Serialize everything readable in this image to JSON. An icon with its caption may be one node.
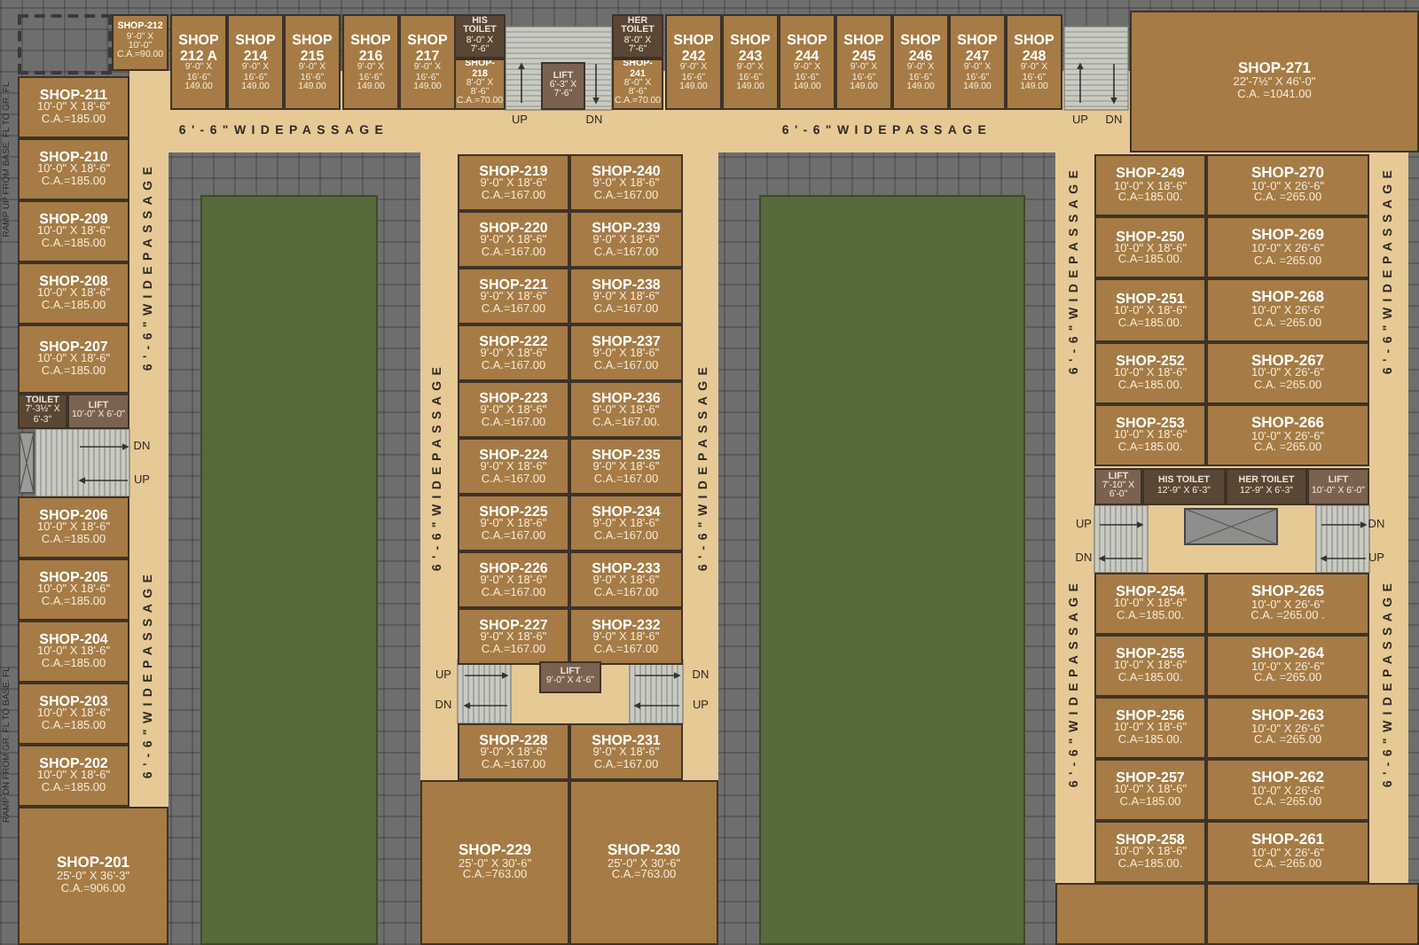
{
  "diagram": {
    "nodes": [
      {
        "text": [
          "SHOP-212",
          "9'-0\" X 10'-0\"",
          "C.A.=90.00"
        ]
      },
      {
        "text": [
          "SHOP 212 A",
          "9'-0\" X 16'-6\"",
          "149.00"
        ]
      },
      {
        "text": [
          "SHOP 214",
          "9'-0\" X 16'-6\"",
          "149.00"
        ]
      },
      {
        "text": [
          "SHOP 215",
          "9'-0\" X 16'-6\"",
          "149.00"
        ]
      },
      {
        "text": [
          "SHOP 216",
          "9'-0\" X 16'-6\"",
          "149.00"
        ]
      },
      {
        "text": [
          "SHOP 217",
          "9'-0\" X 16'-6\"",
          "149.00"
        ]
      },
      {
        "text": [
          "HIS TOILET",
          "8'-0\" X 7'-6\""
        ]
      },
      {
        "text": [
          "SHOP-218",
          "8'-0\" X 8'-6\"",
          "C.A.=70.00"
        ]
      },
      {
        "text": [
          "LIFT",
          "6'-3\" X 7'-6\""
        ]
      },
      {
        "text": [
          "HER TOILET",
          "8'-0\" X 7'-6\""
        ]
      },
      {
        "text": [
          "SHOP-241",
          "8'-0\" X 8'-6\"",
          "C.A.=70.00"
        ]
      },
      {
        "text": [
          "SHOP 242",
          "9'-0\" X 16'-6\"",
          "149.00"
        ]
      },
      {
        "text": [
          "SHOP 243",
          "9'-0\" X 16'-6\"",
          "149.00"
        ]
      },
      {
        "text": [
          "SHOP 244",
          "9'-0\" X 16'-6\"",
          "149.00"
        ]
      },
      {
        "text": [
          "SHOP 245",
          "9'-0\" X 16'-6\"",
          "149.00"
        ]
      },
      {
        "text": [
          "SHOP 246",
          "9'-0\" X 16'-6\"",
          "149.00"
        ]
      },
      {
        "text": [
          "SHOP 247",
          "9'-0\" X 16'-6\"",
          "149.00"
        ]
      },
      {
        "text": [
          "SHOP 248",
          "9'-0\" X 16'-6\"",
          "149.00"
        ]
      },
      {
        "text": [
          "SHOP-271",
          "22'-7½\" X 46'-0\"",
          "C.A. =1041.00"
        ]
      },
      {
        "text": [
          "SHOP-211",
          "10'-0\" X 18'-6\"",
          "C.A.=185.00"
        ]
      },
      {
        "text": [
          "SHOP-210",
          "10'-0\" X 18'-6\"",
          "C.A.=185.00"
        ]
      },
      {
        "text": [
          "SHOP-209",
          "10'-0\" X 18'-6\"",
          "C.A.=185.00"
        ]
      },
      {
        "text": [
          "SHOP-208",
          "10'-0\" X 18'-6\"",
          "C.A.=185.00"
        ]
      },
      {
        "text": [
          "SHOP-207",
          "10'-0\" X 18'-6\"",
          "C.A.=185.00"
        ]
      },
      {
        "text": [
          "TOILET",
          "7'-3½\" X 6'-3\""
        ]
      },
      {
        "text": [
          "LIFT",
          "10'-0\" X 6'-0\""
        ]
      },
      {
        "text": [
          "SHOP-206",
          "10'-0\" X 18'-6\"",
          "C.A.=185.00"
        ]
      },
      {
        "text": [
          "SHOP-205",
          "10'-0\" X 18'-6\"",
          "C.A.=185.00"
        ]
      },
      {
        "text": [
          "SHOP-204",
          "10'-0\" X 18'-6\"",
          "C.A.=185.00"
        ]
      },
      {
        "text": [
          "SHOP-203",
          "10'-0\" X 18'-6\"",
          "C.A.=185.00"
        ]
      },
      {
        "text": [
          "SHOP-202",
          "10'-0\" X 18'-6\"",
          "C.A.=185.00"
        ]
      },
      {
        "text": [
          "SHOP-201",
          "25'-0\" X 36'-3\"",
          "C.A.=906.00"
        ]
      },
      {
        "text": [
          "SHOP-219",
          "9'-0\" X 18'-6\"",
          "C.A.=167.00"
        ]
      },
      {
        "text": [
          "SHOP-240",
          "9'-0\" X 18'-6\"",
          "C.A.=167.00"
        ]
      },
      {
        "text": [
          "SHOP-220",
          "9'-0\" X 18'-6\"",
          "C.A.=167.00"
        ]
      },
      {
        "text": [
          "SHOP-239",
          "9'-0\" X 18'-6\"",
          "C.A.=167.00"
        ]
      },
      {
        "text": [
          "SHOP-221",
          "9'-0\" X 18'-6\"",
          "C.A.=167.00"
        ]
      },
      {
        "text": [
          "SHOP-238",
          "9'-0\" X 18'-6\"",
          "C.A.=167.00"
        ]
      },
      {
        "text": [
          "SHOP-222",
          "9'-0\" X 18'-6\"",
          "C.A.=167.00"
        ]
      },
      {
        "text": [
          "SHOP-237",
          "9'-0\" X 18'-6\"",
          "C.A.=167.00"
        ]
      },
      {
        "text": [
          "SHOP-223",
          "9'-0\" X 18'-6\"",
          "C.A.=167.00"
        ]
      },
      {
        "text": [
          "SHOP-236",
          "9'-0\" X 18'-6\"",
          "C.A.=167.00."
        ]
      },
      {
        "text": [
          "SHOP-224",
          "9'-0\" X 18'-6\"",
          "C.A.=167.00"
        ]
      },
      {
        "text": [
          "SHOP-235",
          "9'-0\" X 18'-6\"",
          "C.A.=167.00"
        ]
      },
      {
        "text": [
          "SHOP-225",
          "9'-0\" X 18'-6\"",
          "C.A.=167.00"
        ]
      },
      {
        "text": [
          "SHOP-234",
          "9'-0\" X 18'-6\"",
          "C.A.=167.00"
        ]
      },
      {
        "text": [
          "SHOP-226",
          "9'-0\" X 18'-6\"",
          "C.A.=167.00"
        ]
      },
      {
        "text": [
          "SHOP-233",
          "9'-0\" X 18'-6\"",
          "C.A.=167.00"
        ]
      },
      {
        "text": [
          "SHOP-227",
          "9'-0\" X 18'-6\"",
          "C.A.=167.00"
        ]
      },
      {
        "text": [
          "SHOP-232",
          "9'-0\" X 18'-6\"",
          "C.A.=167.00"
        ]
      },
      {
        "text": [
          "LIFT",
          "9'-0\" X 4'-6\""
        ]
      },
      {
        "text": [
          "SHOP-228",
          "9'-0\" X 18'-6\"",
          "C.A.=167.00"
        ]
      },
      {
        "text": [
          "SHOP-231",
          "9'-0\" X 18'-6\"",
          "C.A.=167.00"
        ]
      },
      {
        "text": [
          "SHOP-229",
          "25'-0\" X 30'-6\"",
          "C.A.=763.00"
        ]
      },
      {
        "text": [
          "SHOP-230",
          "25'-0\" X 30'-6\"",
          "C.A.=763.00"
        ]
      },
      {
        "text": [
          "SHOP-249",
          "10'-0\" X 18'-6\"",
          "C.A=185.00."
        ]
      },
      {
        "text": [
          "SHOP-270",
          "10'-0\" X 26'-6\"",
          "C.A. =265.00"
        ]
      },
      {
        "text": [
          "SHOP-250",
          "10'-0\" X 18'-6\"",
          "C.A=185.00."
        ]
      },
      {
        "text": [
          "SHOP-269",
          "10'-0\" X 26'-6\"",
          "C.A. =265.00"
        ]
      },
      {
        "text": [
          "SHOP-251",
          "10'-0\" X 18'-6\"",
          "C.A=185.00."
        ]
      },
      {
        "text": [
          "SHOP-268",
          "10'-0\" X 26'-6\"",
          "C.A. =265.00"
        ]
      },
      {
        "text": [
          "SHOP-252",
          "10'-0\" X 18'-6\"",
          "C.A=185.00."
        ]
      },
      {
        "text": [
          "SHOP-267",
          "10'-0\" X 26'-6\"",
          "C.A. =265.00"
        ]
      },
      {
        "text": [
          "SHOP-253",
          "10'-0\" X 18'-6\"",
          "C.A=185.00."
        ]
      },
      {
        "text": [
          "SHOP-266",
          "10'-0\" X 26'-6\"",
          "C.A. =265.00"
        ]
      },
      {
        "text": [
          "LIFT",
          "7'-10\" X 6'-0\""
        ]
      },
      {
        "text": [
          "HIS TOILET",
          "12'-9\" X 6'-3\""
        ]
      },
      {
        "text": [
          "HER TOILET",
          "12'-9\" X 6'-3\""
        ]
      },
      {
        "text": [
          "LIFT",
          "10'-0\" X 6'-0\""
        ]
      },
      {
        "text": [
          "SHOP-254",
          "10'-0\" X 18'-6\"",
          "C.A.=185.00."
        ]
      },
      {
        "text": [
          "SHOP-265",
          "10'-0\" X 26'-6\"",
          "C.A. =265.00 ."
        ]
      },
      {
        "text": [
          "SHOP-255",
          "10'-0\" X 18'-6\"",
          "C.A=185.00."
        ]
      },
      {
        "text": [
          "SHOP-264",
          "10'-0\" X 26'-6\"",
          "C.A. =265.00"
        ]
      },
      {
        "text": [
          "SHOP-256",
          "10'-0\" X 18'-6\"",
          "C.A=185.00."
        ]
      },
      {
        "text": [
          "SHOP-263",
          "10'-0\" X 26'-6\"",
          "C.A. =265.00"
        ]
      },
      {
        "text": [
          "SHOP-257",
          "10'-0\" X 18'-6\"",
          "C.A=185.00"
        ]
      },
      {
        "text": [
          "SHOP-262",
          "10'-0\" X 26'-6\"",
          "C.A. =265.00"
        ]
      },
      {
        "text": [
          "SHOP-258",
          "10'-0\" X 18'-6\"",
          "C.A=185.00."
        ]
      },
      {
        "text": [
          "SHOP-261",
          "10'-0\" X 26'-6\"",
          "C.A. =265.00"
        ]
      },
      {
        "text": [],
        "shape": "box"
      },
      {
        "text": [],
        "shape": "box"
      },
      {
        "text": [],
        "shape": "box"
      },
      {
        "text": [],
        "shape": "box"
      }
    ],
    "edges": [],
    "labels": [
      "RAMP UP FROM BASE. FL TO GR. FL",
      "6'-6\"WIDEPASSAGE",
      "UP",
      "DN",
      "6'-6\"WIDEPASSAGE",
      "UP",
      "DN",
      "6'-6\"WIDEPASSAGE",
      "DN",
      "UP",
      "6'-6\"WIDEPASSAGE",
      "6'-6\"WIDEPASSAGE",
      "6'-6\"WIDEPASSAGE",
      "UP",
      "DN",
      "DN",
      "UP",
      "6'-6\"WIDEPASSAGE",
      "6'-6\"WIDEPASSAGE",
      "6'-6\"WIDEPASSAGE",
      "6'-6\"WIDEPASSAGE",
      "UP",
      "DN",
      "DN",
      "UP",
      "RAMP DN FROM GR. FL TO BASE. FL"
    ]
  }
}
